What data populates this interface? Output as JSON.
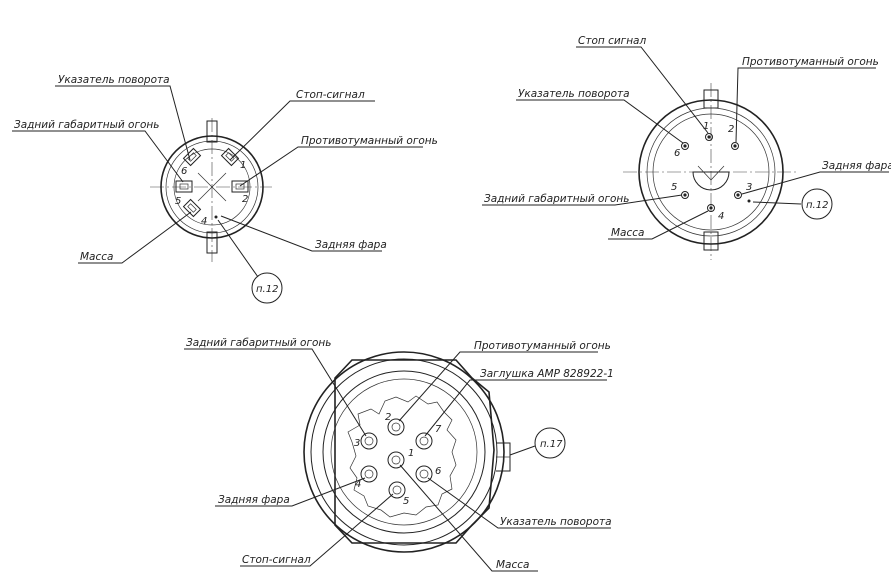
{
  "connector_a": {
    "labels": {
      "turn": "Указатель поворота",
      "brake": "Стоп-сигнал",
      "tail": "Задний габаритный огонь",
      "fog": "Противотуманный огонь",
      "ground": "Масса",
      "reverse": "Задняя фара"
    },
    "pins": [
      "6",
      "1",
      "5",
      "2",
      "4"
    ],
    "ref": "п.12"
  },
  "connector_b": {
    "labels": {
      "brake": "Стоп сигнал",
      "fog": "Противотуманный огонь",
      "turn": "Указатель поворота",
      "reverse": "Задняя фара",
      "tail": "Задний габаритный огонь",
      "ground": "Масса"
    },
    "pins": [
      "1",
      "2",
      "6",
      "5",
      "3",
      "4"
    ],
    "ref": "п.12"
  },
  "connector_c": {
    "labels": {
      "tail": "Задний габаритный огонь",
      "fog": "Противотуманный огонь",
      "plug": "Заглушка AMP 828922-1",
      "reverse": "Задняя фара",
      "turn": "Указатель поворота",
      "brake": "Стоп-сигнал",
      "ground": "Масса"
    },
    "pins": [
      "2",
      "3",
      "7",
      "1",
      "4",
      "6",
      "5"
    ],
    "ref": "п.17"
  }
}
